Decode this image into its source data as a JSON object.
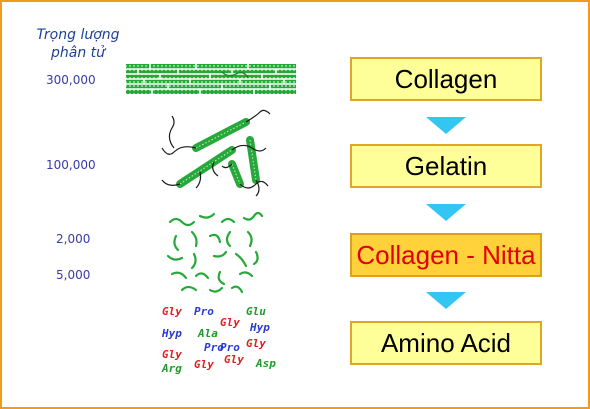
{
  "header": {
    "line1": "Trọng lượng",
    "line2": "phân tử"
  },
  "weights": [
    "300,000",
    "100,000",
    "2,000",
    "5,000"
  ],
  "steps": [
    "Collagen",
    "Gelatin",
    "Collagen - Nitta",
    "Amino Acid"
  ],
  "colors": {
    "border": "#f29a1a",
    "box_fill": "#ffff99",
    "highlight_fill": "#ffd23c",
    "highlight_text": "#e00000",
    "arrow": "#33c6f2",
    "fiber_green": "#27a83a"
  },
  "amino_acids": [
    {
      "text": "Gly",
      "color": "#e02020"
    },
    {
      "text": "Pro",
      "color": "#2a3ad0"
    },
    {
      "text": "Glu",
      "color": "#1f9a2a"
    },
    {
      "text": "Gly",
      "color": "#e02020"
    },
    {
      "text": "Hyp",
      "color": "#2a3ad0"
    },
    {
      "text": "Ala",
      "color": "#1f9a2a"
    },
    {
      "text": "Hyp",
      "color": "#2a3ad0"
    },
    {
      "text": "Pro",
      "color": "#2a3ad0"
    },
    {
      "text": "Pro",
      "color": "#2a3ad0"
    },
    {
      "text": "Gly",
      "color": "#e02020"
    },
    {
      "text": "Gly",
      "color": "#e02020"
    },
    {
      "text": "Arg",
      "color": "#1f9a2a"
    },
    {
      "text": "Gly",
      "color": "#e02020"
    },
    {
      "text": "Gly",
      "color": "#e02020"
    },
    {
      "text": "Asp",
      "color": "#1f9a2a"
    }
  ]
}
